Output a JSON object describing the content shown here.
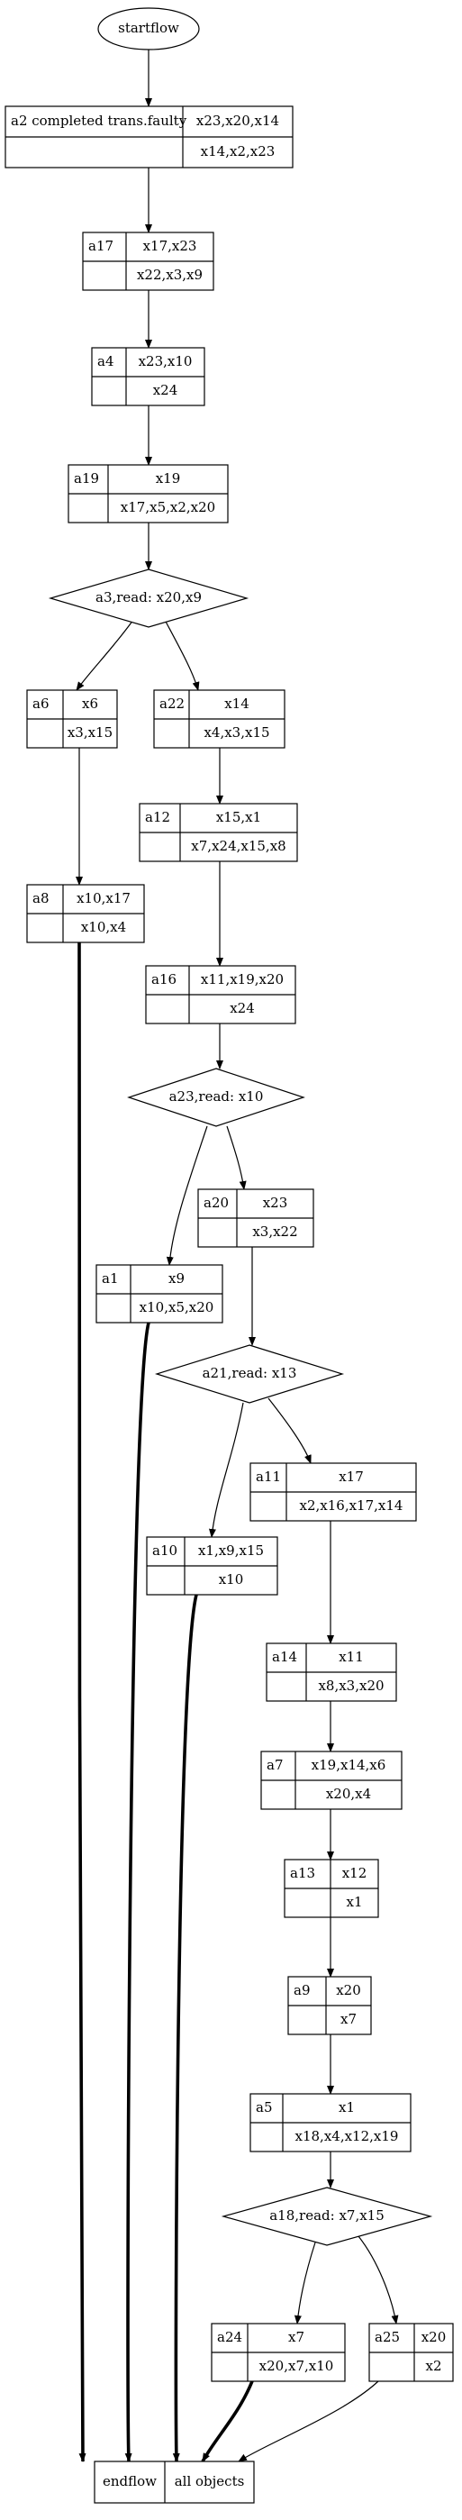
{
  "diagram": {
    "start": {
      "id": "start",
      "label": "startflow"
    },
    "end": {
      "id": "end",
      "cells": [
        "endflow",
        "all objects"
      ]
    },
    "records": [
      {
        "id": "a2",
        "name": "a2  completed trans.faulty",
        "written": "x23,x20,x14",
        "read": "x14,x2,x23"
      },
      {
        "id": "a17",
        "name": "a17",
        "written": "x17,x23",
        "read": "x22,x3,x9"
      },
      {
        "id": "a4",
        "name": "a4",
        "written": "x23,x10",
        "read": "x24"
      },
      {
        "id": "a19",
        "name": "a19",
        "written": "x19",
        "read": "x17,x5,x2,x20"
      },
      {
        "id": "a6",
        "name": "a6",
        "written": "x6",
        "read": "x3,x15"
      },
      {
        "id": "a22",
        "name": "a22",
        "written": "x14",
        "read": "x4,x3,x15"
      },
      {
        "id": "a12",
        "name": "a12",
        "written": "x15,x1",
        "read": "x7,x24,x15,x8"
      },
      {
        "id": "a8",
        "name": "a8",
        "written": "x10,x17",
        "read": "x10,x4"
      },
      {
        "id": "a16",
        "name": "a16",
        "written": "x11,x19,x20",
        "read": "x24"
      },
      {
        "id": "a20",
        "name": "a20",
        "written": "x23",
        "read": "x3,x22"
      },
      {
        "id": "a1",
        "name": "a1",
        "written": "x9",
        "read": "x10,x5,x20"
      },
      {
        "id": "a11",
        "name": "a11",
        "written": "x17",
        "read": "x2,x16,x17,x14"
      },
      {
        "id": "a10",
        "name": "a10",
        "written": "x1,x9,x15",
        "read": "x10"
      },
      {
        "id": "a14",
        "name": "a14",
        "written": "x11",
        "read": "x8,x3,x20"
      },
      {
        "id": "a7",
        "name": "a7",
        "written": "x19,x14,x6",
        "read": "x20,x4"
      },
      {
        "id": "a13",
        "name": "a13",
        "written": "x12",
        "read": "x1"
      },
      {
        "id": "a9",
        "name": "a9",
        "written": "x20",
        "read": "x7"
      },
      {
        "id": "a5",
        "name": "a5",
        "written": "x1",
        "read": "x18,x4,x12,x19"
      },
      {
        "id": "a24",
        "name": "a24",
        "written": "x7",
        "read": "x20,x7,x10"
      },
      {
        "id": "a25",
        "name": "a25",
        "written": "x20",
        "read": "x2"
      }
    ],
    "decisions": [
      {
        "id": "d3",
        "label": "a3,read: x20,x9"
      },
      {
        "id": "d23",
        "label": "a23,read: x10"
      },
      {
        "id": "d21",
        "label": "a21,read: x13"
      },
      {
        "id": "d18",
        "label": "a18,read: x7,x15"
      }
    ],
    "edges": [
      {
        "from": "start",
        "to": "a2"
      },
      {
        "from": "a2",
        "to": "a17"
      },
      {
        "from": "a17",
        "to": "a4"
      },
      {
        "from": "a4",
        "to": "a19"
      },
      {
        "from": "a19",
        "to": "d3"
      },
      {
        "from": "d3",
        "to": "a6"
      },
      {
        "from": "d3",
        "to": "a22"
      },
      {
        "from": "a6",
        "to": "a8"
      },
      {
        "from": "a22",
        "to": "a12"
      },
      {
        "from": "a12",
        "to": "a16"
      },
      {
        "from": "a16",
        "to": "d23"
      },
      {
        "from": "d23",
        "to": "a1"
      },
      {
        "from": "d23",
        "to": "a20"
      },
      {
        "from": "a20",
        "to": "d21"
      },
      {
        "from": "d21",
        "to": "a10"
      },
      {
        "from": "d21",
        "to": "a11"
      },
      {
        "from": "a11",
        "to": "a14"
      },
      {
        "from": "a14",
        "to": "a7"
      },
      {
        "from": "a7",
        "to": "a13"
      },
      {
        "from": "a13",
        "to": "a9"
      },
      {
        "from": "a9",
        "to": "a5"
      },
      {
        "from": "a5",
        "to": "d18"
      },
      {
        "from": "d18",
        "to": "a24"
      },
      {
        "from": "d18",
        "to": "a25"
      },
      {
        "from": "a8",
        "to": "end",
        "bold": true
      },
      {
        "from": "a1",
        "to": "end",
        "bold": true
      },
      {
        "from": "a10",
        "to": "end",
        "bold": true
      },
      {
        "from": "a24",
        "to": "end",
        "bold": true
      },
      {
        "from": "a25",
        "to": "end",
        "bold": false
      }
    ]
  }
}
